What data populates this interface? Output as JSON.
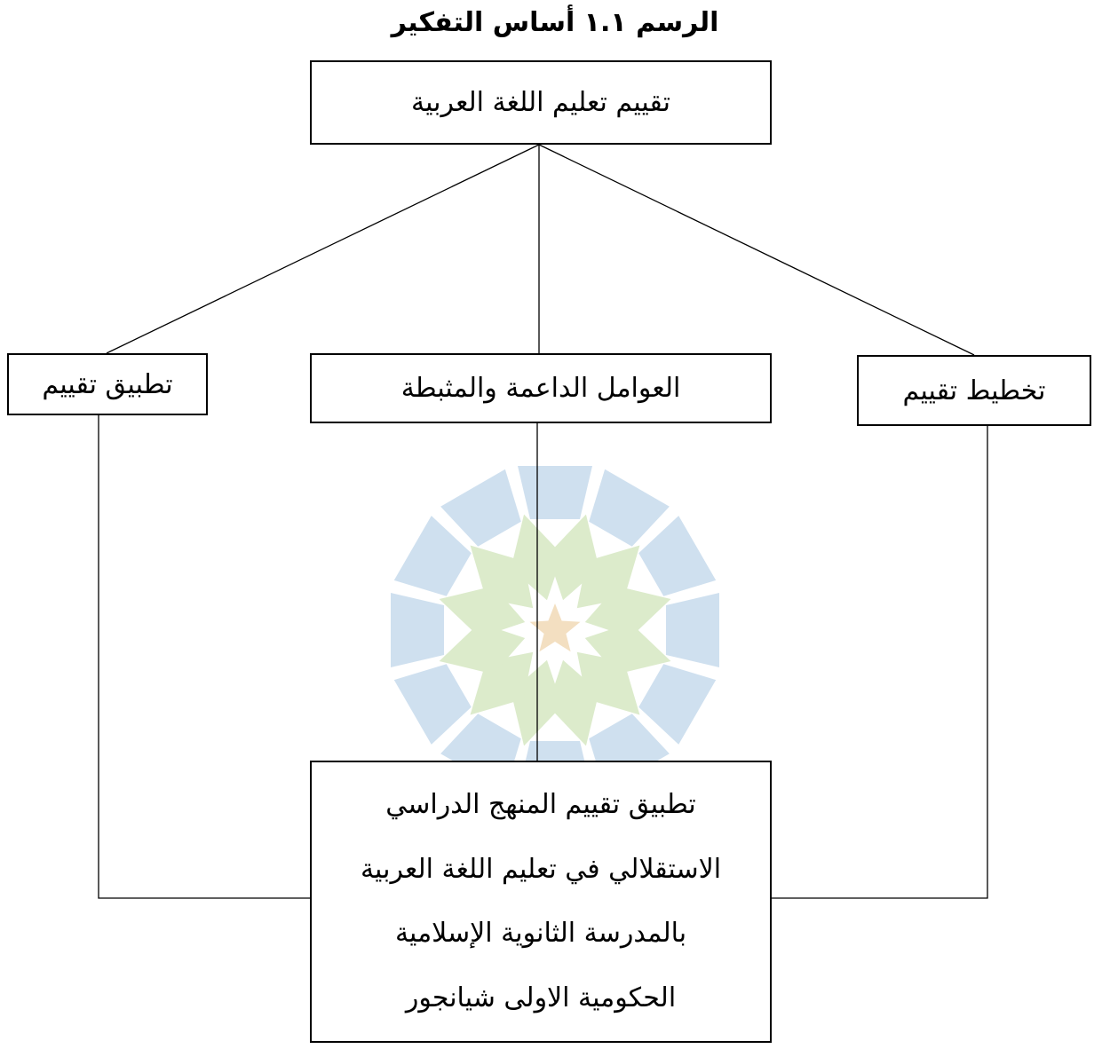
{
  "diagram": {
    "title": "الرسم ١.١ أساس التفكير",
    "root": {
      "label": "تقييم تعليم اللغة العربية"
    },
    "branches": [
      {
        "id": "right",
        "label": "تخطيط تقييم"
      },
      {
        "id": "middle",
        "label": "العوامل الداعمة والمثبطة"
      },
      {
        "id": "left",
        "label": "تطبيق تقييم"
      }
    ],
    "result": {
      "lines": [
        "تطبيق تقييم المنهج الدراسي",
        "الاستقلالي في تعليم اللغة العربية",
        "بالمدرسة الثانوية الإسلامية",
        "الحكومية الاولى شيانجور"
      ]
    },
    "edges": [
      {
        "from": "root",
        "to": "right"
      },
      {
        "from": "root",
        "to": "middle"
      },
      {
        "from": "root",
        "to": "left"
      },
      {
        "from": "right",
        "to": "result"
      },
      {
        "from": "middle",
        "to": "result"
      },
      {
        "from": "left",
        "to": "result"
      }
    ]
  },
  "watermark": {
    "type": "logo",
    "colors": {
      "blue": "#cfe0ef",
      "green": "#dcebcb",
      "star": "#f3dfc1"
    }
  },
  "style": {
    "line_color": "#000000",
    "box_border": "#000000"
  }
}
